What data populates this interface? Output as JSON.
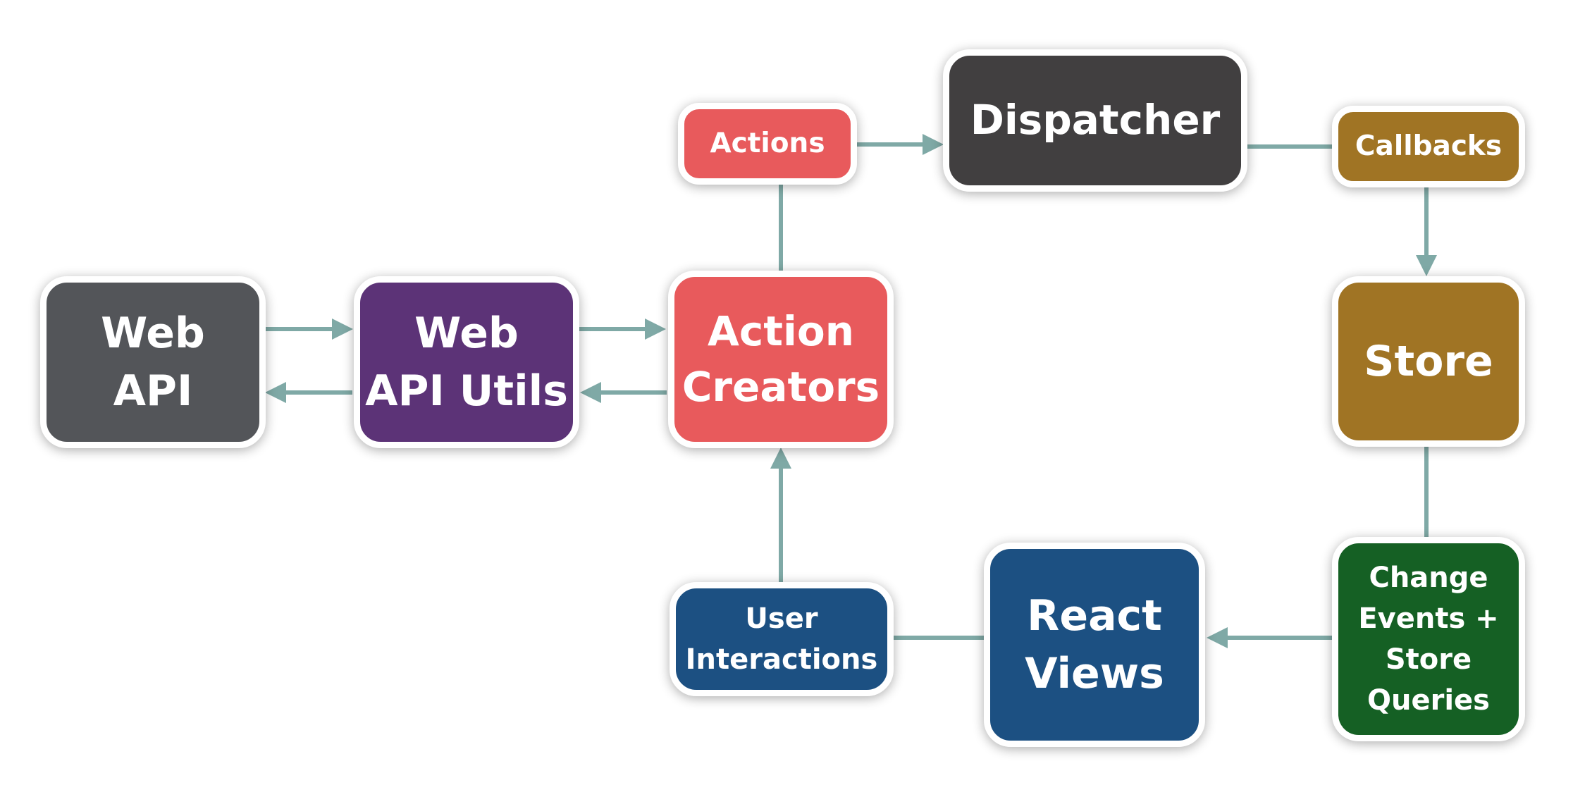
{
  "colors": {
    "connector": "#7fa9a6",
    "web_api": "#535559",
    "web_api_utils": "#5c3377",
    "action_creators": "#e85a5c",
    "actions": "#e85a5c",
    "dispatcher": "#413f40",
    "callbacks": "#a07424",
    "store": "#a07424",
    "change_events": "#156024",
    "react_views": "#1c5082",
    "user_interactions": "#1c5082",
    "border": "#ffffff"
  },
  "nodes": {
    "web_api": {
      "label": "Web\nAPI"
    },
    "web_api_utils": {
      "label": "Web\nAPI Utils"
    },
    "action_creators": {
      "label": "Action\nCreators"
    },
    "actions": {
      "label": "Actions"
    },
    "dispatcher": {
      "label": "Dispatcher"
    },
    "callbacks": {
      "label": "Callbacks"
    },
    "store": {
      "label": "Store"
    },
    "change_events": {
      "label": "Change\nEvents +\nStore\nQueries"
    },
    "react_views": {
      "label": "React\nViews"
    },
    "user_interactions": {
      "label": "User\nInteractions"
    }
  },
  "edges": [
    {
      "from": "web_api",
      "to": "web_api_utils"
    },
    {
      "from": "web_api_utils",
      "to": "web_api"
    },
    {
      "from": "web_api_utils",
      "to": "action_creators"
    },
    {
      "from": "action_creators",
      "to": "web_api_utils"
    },
    {
      "from": "action_creators",
      "to": "actions"
    },
    {
      "from": "actions",
      "to": "dispatcher"
    },
    {
      "from": "dispatcher",
      "to": "callbacks"
    },
    {
      "from": "callbacks",
      "to": "store"
    },
    {
      "from": "store",
      "to": "change_events"
    },
    {
      "from": "change_events",
      "to": "react_views"
    },
    {
      "from": "react_views",
      "to": "user_interactions"
    },
    {
      "from": "user_interactions",
      "to": "action_creators"
    }
  ]
}
